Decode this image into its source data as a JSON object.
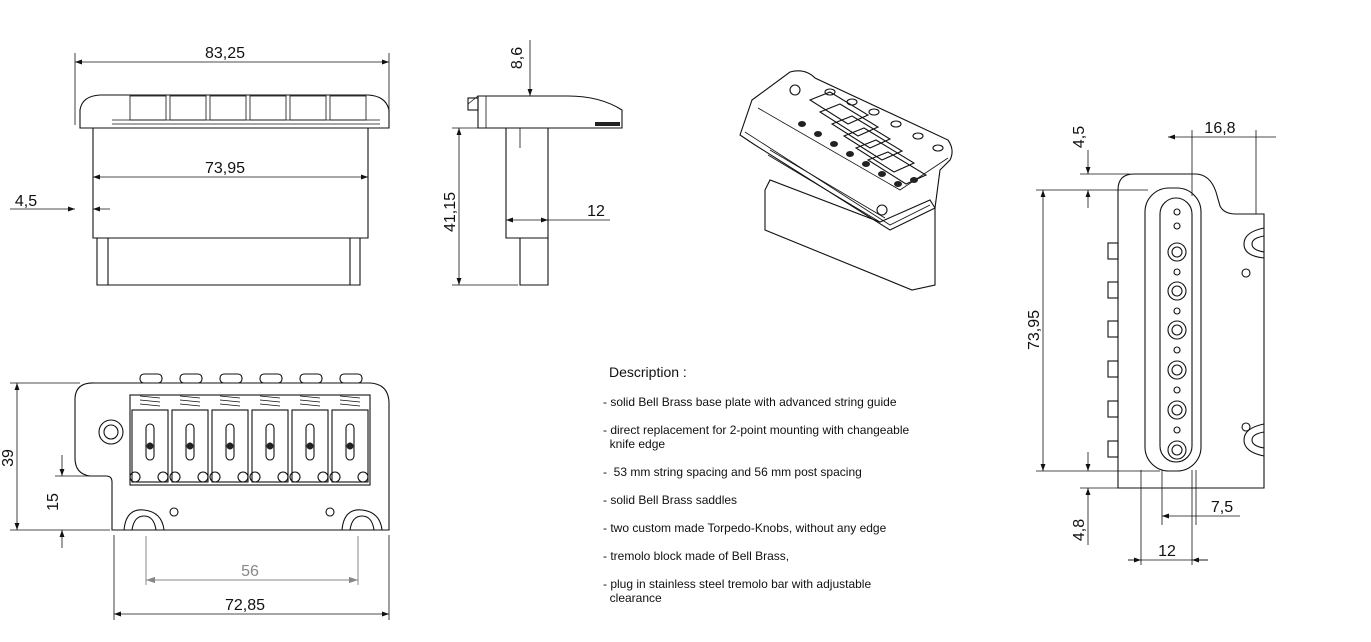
{
  "dimensions": {
    "front_width": "83,25",
    "front_inner": "73,95",
    "front_offset": "4,5",
    "side_top": "8,6",
    "side_height": "41,15",
    "side_block": "12",
    "top_height": "39",
    "top_lower": "15",
    "top_post_spacing": "56",
    "top_width": "72,85",
    "right_top_offset": "4,5",
    "right_width": "16,8",
    "right_length": "73,95",
    "right_bottom_offset": "4,8",
    "right_small": "7,5",
    "right_block": "12"
  },
  "description": {
    "title": "Description :",
    "items": [
      "- solid Bell Brass base plate with advanced string guide",
      "- direct replacement for 2-point mounting with changeable\n  knife edge",
      "-  53 mm string spacing and 56 mm post spacing",
      "- solid Bell Brass saddles",
      "- two custom made Torpedo-Knobs, without any edge",
      "- tremolo block made of Bell Brass,",
      "- plug in stainless steel tremolo bar with adjustable\n  clearance"
    ]
  }
}
